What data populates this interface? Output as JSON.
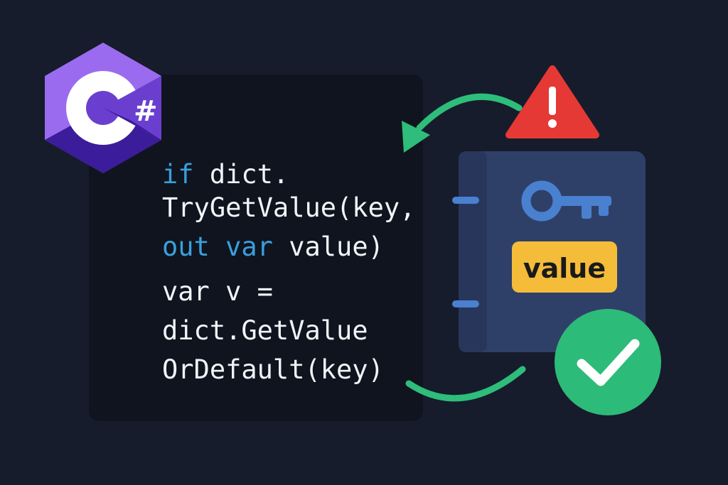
{
  "logo": {
    "text": "C#",
    "colors": {
      "light": "#9b6bef",
      "mid": "#6a3fd0",
      "dark": "#3b1c9a"
    }
  },
  "code": {
    "lines": [
      [
        {
          "text": "if",
          "kind": "keyword"
        },
        {
          "text": " dict.",
          "kind": "plain"
        }
      ],
      [
        {
          "text": "TryGetValue(key,",
          "kind": "plain"
        }
      ],
      [
        {
          "text": "out",
          "kind": "keyword"
        },
        {
          "text": " ",
          "kind": "plain"
        },
        {
          "text": "var",
          "kind": "keyword"
        },
        {
          "text": " value)",
          "kind": "plain"
        }
      ],
      [
        {
          "text": "var v =",
          "kind": "plain"
        }
      ],
      [
        {
          "text": "dict.GetValue",
          "kind": "plain"
        }
      ],
      [
        {
          "text": "OrDefault(key)",
          "kind": "plain"
        }
      ]
    ]
  },
  "dictionary": {
    "badge": "value",
    "icon": "key-icon"
  },
  "icons": [
    "csharp-logo",
    "warning-icon",
    "key-icon",
    "check-circle-icon",
    "arrow-icon"
  ],
  "colors": {
    "background": "#161c2b",
    "code_bg": "#0f141f",
    "keyword": "#3aa0dc",
    "book": "#2f4068",
    "key": "#4a80d0",
    "badge": "#f5bc3a",
    "success": "#2dbb79",
    "warning": "#e53935"
  }
}
